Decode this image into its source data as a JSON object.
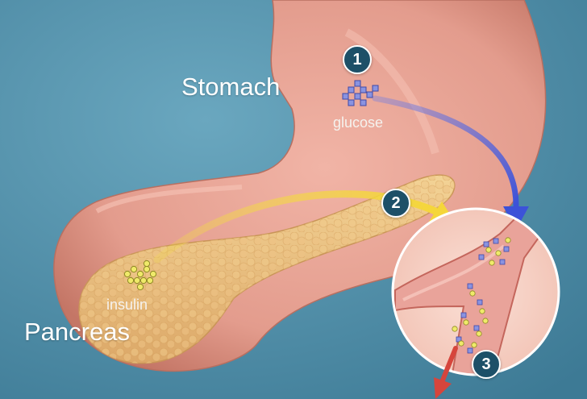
{
  "labels": {
    "stomach": "Stomach",
    "pancreas": "Pancreas",
    "glucose": "glucose",
    "insulin": "insulin"
  },
  "steps": [
    "1",
    "2",
    "3"
  ],
  "colors": {
    "background": "#4f8fa8",
    "stomach": "#e8a396",
    "pancreas": "#e9c27e",
    "glucose_arrow": "#4b5fd6",
    "insulin_arrow": "#f2dc45",
    "glucose_particle": "#7b84d8",
    "insulin_particle": "#f0ea6a",
    "exit_arrow": "#d6453c",
    "badge": "#1d5068"
  }
}
